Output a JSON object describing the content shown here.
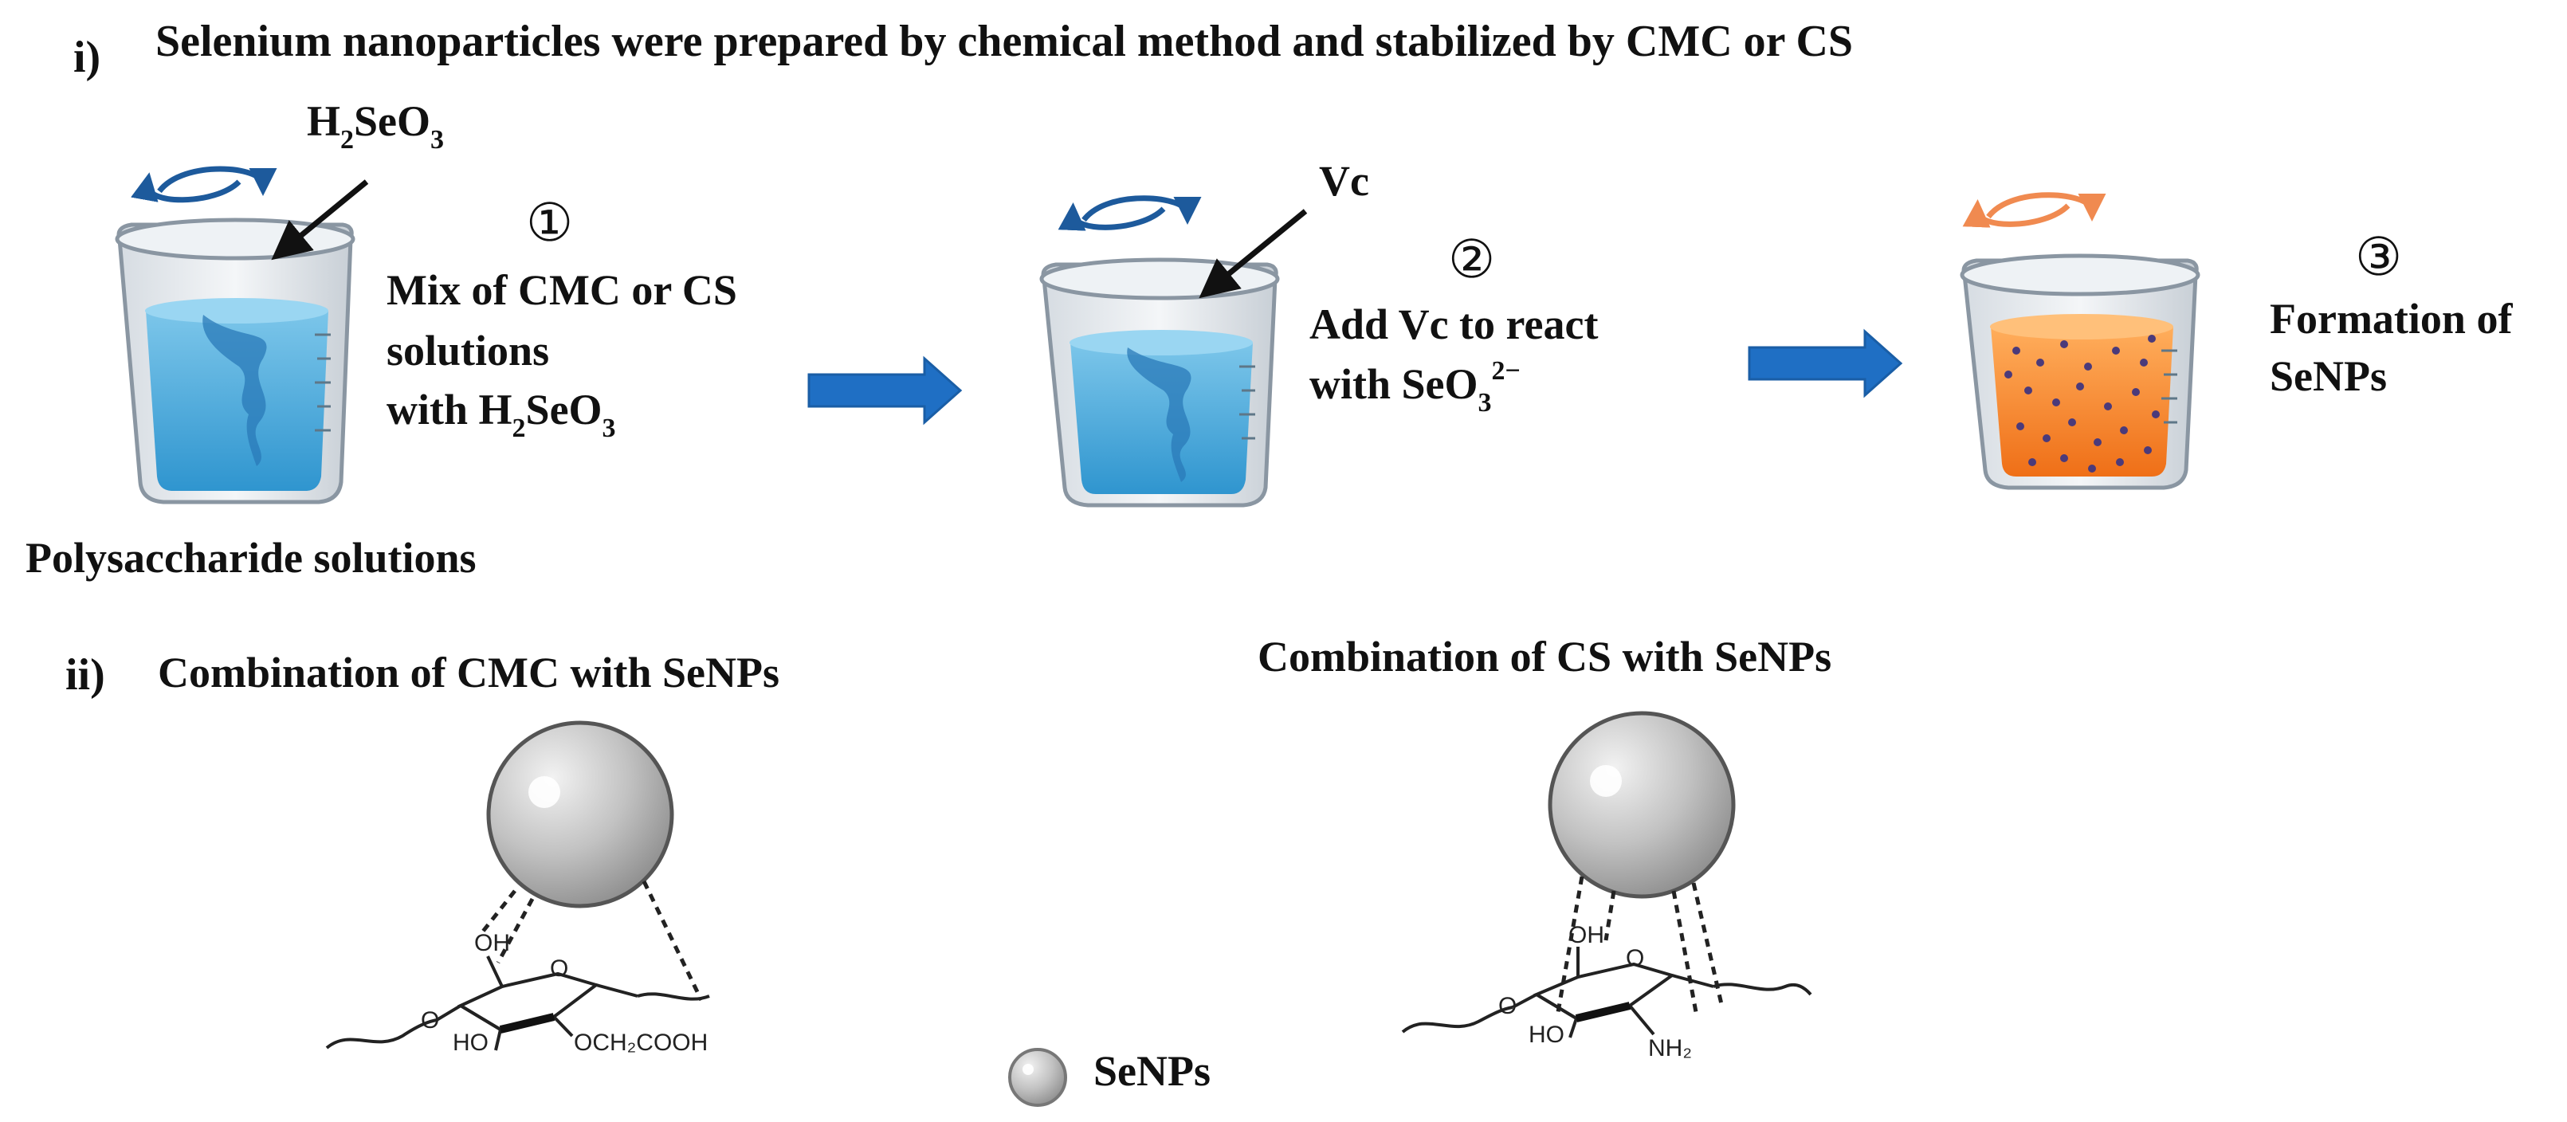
{
  "section1": {
    "marker": "i)",
    "title": "Selenium nanoparticles were prepared by chemical method and stabilized by CMC or CS",
    "reagent_top": {
      "base": "H",
      "sub1": "2",
      "mid": "SeO",
      "sub2": "3"
    },
    "caption_left": "Polysaccharide solutions",
    "step1": {
      "number": "①",
      "line1": "Mix of CMC or CS",
      "line2": "solutions",
      "line3_pre": "with H",
      "line3_sub1": "2",
      "line3_mid": "SeO",
      "line3_sub2": "3"
    },
    "step2": {
      "reagent": "Vc",
      "number": "②",
      "line1": "Add Vc to react",
      "line2_pre": "with SeO",
      "line2_sub": "3",
      "line2_sup": "2−"
    },
    "step3": {
      "number": "③",
      "line1": "Formation of",
      "line2": "SeNPs"
    }
  },
  "section2": {
    "marker": "ii)",
    "cmc_title": "Combination of CMC with SeNPs",
    "cs_title": "Combination of CS with SeNPs",
    "cmc_groups": {
      "oh_top": "OH",
      "ho": "HO",
      "o_left": "O",
      "ring_o": "O",
      "sub": "OCH₂COOH"
    },
    "cs_groups": {
      "oh_top": "OH",
      "ho": "HO",
      "o_left": "O",
      "ring_o": "O",
      "nh2": "NH₂"
    },
    "legend_label": "SeNPs"
  },
  "colors": {
    "arrow_blue": "#1f6fc4",
    "liquid_blue": "#4aa8d8",
    "liquid_orange": "#f07a22",
    "stir_blue": "#1d5a9c",
    "stir_orange": "#f08a50",
    "sphere_gray": "#b9b9b9",
    "particle_purple": "#4b3a7a"
  }
}
